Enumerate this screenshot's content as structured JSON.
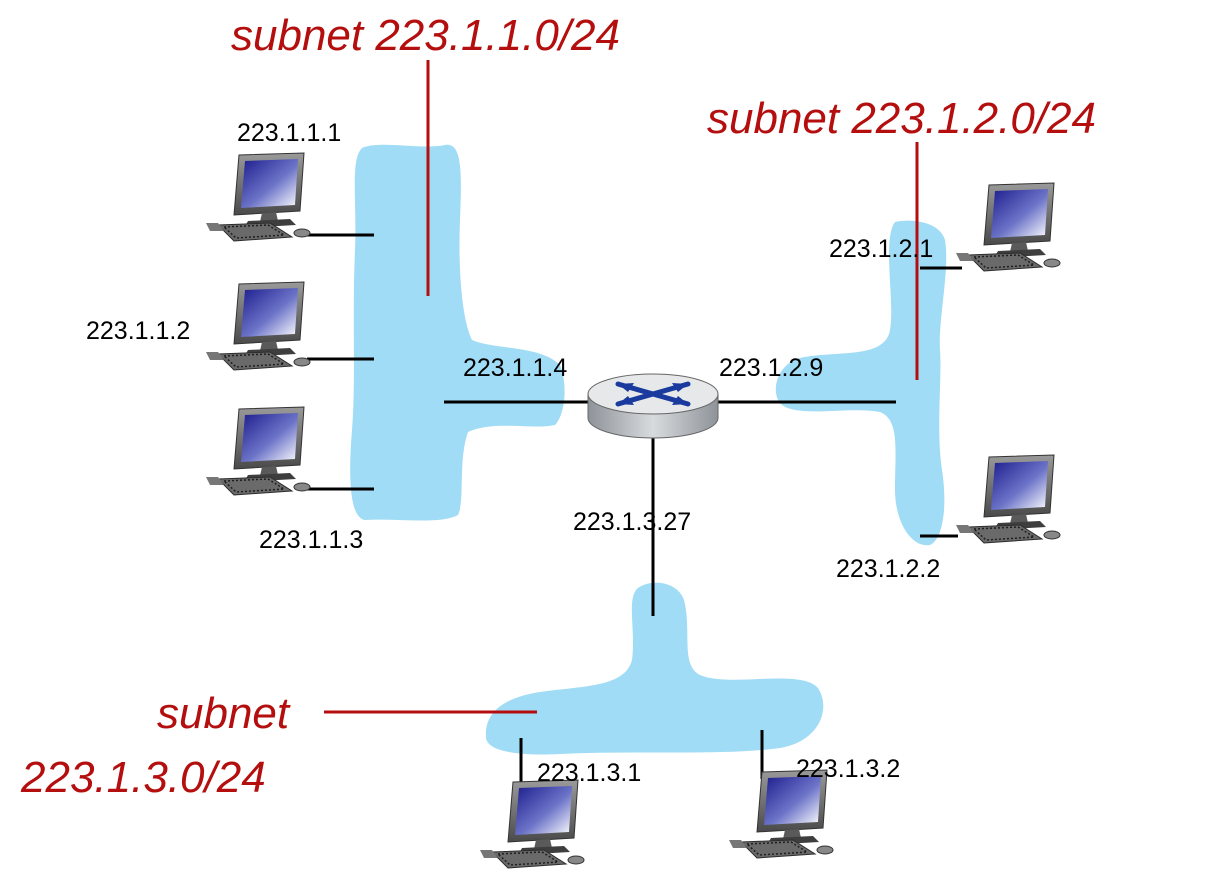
{
  "colors": {
    "subnet_fill": "#a0dcf5",
    "subnet_label": "#b40e0e",
    "link": "#000000",
    "router_body": "#c8ccd0",
    "router_top": "#e6e8ea",
    "router_arrows": "#1a3a9e"
  },
  "subnets": {
    "s1": {
      "label": "subnet 223.1.1.0/24"
    },
    "s2": {
      "label": "subnet 223.1.2.0/24"
    },
    "s3": {
      "label_line1": "subnet",
      "label_line2": "223.1.3.0/24"
    }
  },
  "router": {
    "icon": "router-icon",
    "interfaces": {
      "if1": "223.1.1.4",
      "if2": "223.1.2.9",
      "if3": "223.1.3.27"
    }
  },
  "hosts": {
    "h111": {
      "ip": "223.1.1.1",
      "icon": "computer-icon"
    },
    "h112": {
      "ip": "223.1.1.2",
      "icon": "computer-icon"
    },
    "h113": {
      "ip": "223.1.1.3",
      "icon": "computer-icon"
    },
    "h121": {
      "ip": "223.1.2.1",
      "icon": "computer-icon"
    },
    "h122": {
      "ip": "223.1.2.2",
      "icon": "computer-icon"
    },
    "h131": {
      "ip": "223.1.3.1",
      "icon": "computer-icon"
    },
    "h132": {
      "ip": "223.1.3.2",
      "icon": "computer-icon"
    }
  }
}
